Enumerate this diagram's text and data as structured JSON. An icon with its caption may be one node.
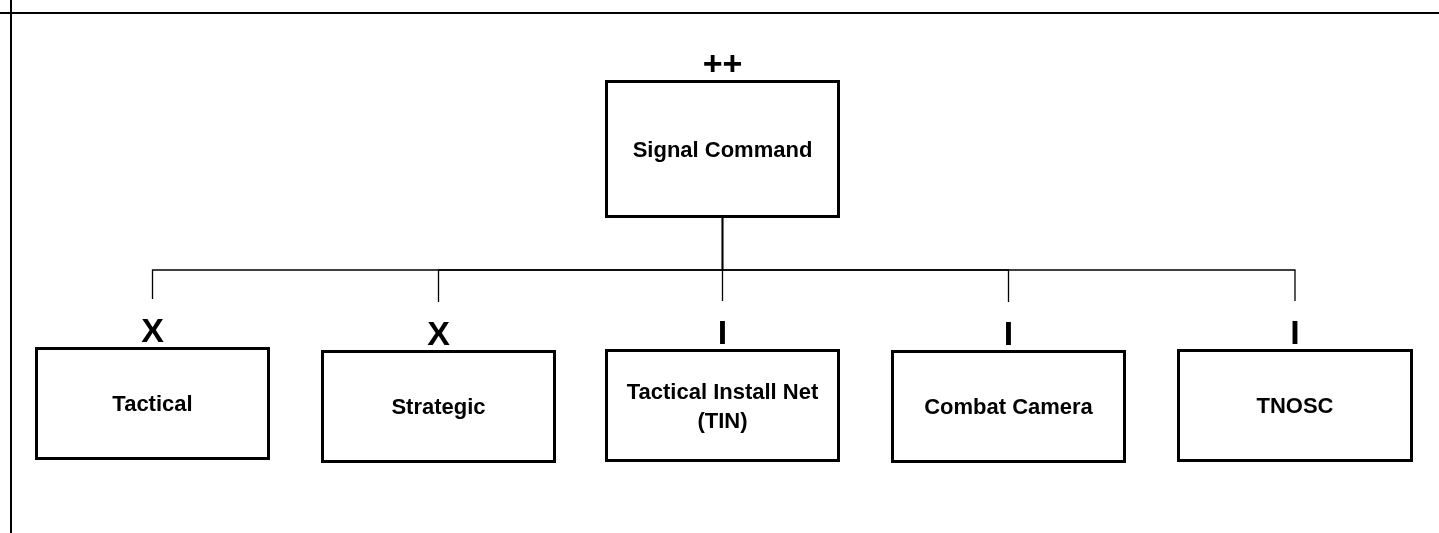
{
  "diagram": {
    "nodes": [
      {
        "text": [
          "Signal Command"
        ],
        "beside": [
          "++"
        ]
      },
      {
        "text": [
          "Tactical"
        ],
        "beside": [
          "X"
        ]
      },
      {
        "text": [
          "Strategic"
        ],
        "beside": [
          "X"
        ]
      },
      {
        "text": [
          "Tactical Install Net (TIN)"
        ],
        "beside": [
          "I"
        ]
      },
      {
        "text": [
          "Combat Camera"
        ],
        "beside": [
          "I"
        ]
      },
      {
        "text": [
          "TNOSC"
        ],
        "beside": [
          "I"
        ]
      }
    ],
    "edges": [
      {
        "from": 0,
        "to": 1,
        "arrow": "none"
      },
      {
        "from": 0,
        "to": 2,
        "arrow": "none"
      },
      {
        "from": 0,
        "to": 3,
        "arrow": "none"
      },
      {
        "from": 0,
        "to": 4,
        "arrow": "none"
      },
      {
        "from": 0,
        "to": 5,
        "arrow": "none"
      }
    ]
  }
}
